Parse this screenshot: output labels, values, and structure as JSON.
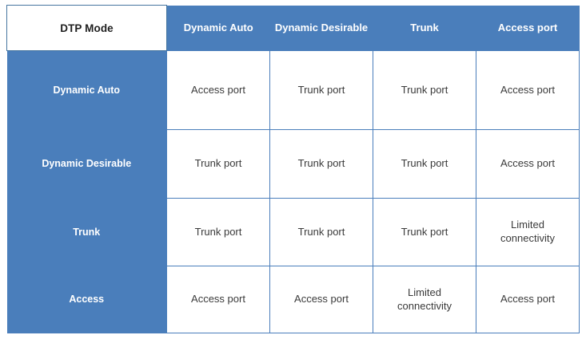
{
  "matrix": {
    "corner_label": "DTP Mode",
    "column_headers": [
      "Dynamic Auto",
      "Dynamic Desirable",
      "Trunk",
      "Access port"
    ],
    "row_headers": [
      "Dynamic Auto",
      "Dynamic Desirable",
      "Trunk",
      "Access"
    ],
    "rows": [
      {
        "header": "Dynamic Auto",
        "cells": [
          "Access port",
          "Trunk port",
          "Trunk port",
          "Access port"
        ]
      },
      {
        "header": "Dynamic Desirable",
        "cells": [
          "Trunk port",
          "Trunk port",
          "Trunk port",
          "Access port"
        ]
      },
      {
        "header": "Trunk",
        "cells": [
          "Trunk port",
          "Trunk port",
          "Trunk port",
          "Limited\nconnectivity"
        ]
      },
      {
        "header": "Access",
        "cells": [
          "Access port",
          "Access port",
          "Limited\nconnectivity",
          "Access port"
        ]
      }
    ],
    "colors": {
      "header_blue": "#4a7ebb",
      "border_blue": "#45759f",
      "header_text": "#ffffff",
      "cell_text": "#3a3a3a",
      "corner_text": "#1f1f1f",
      "cell_background": "#ffffff"
    }
  }
}
